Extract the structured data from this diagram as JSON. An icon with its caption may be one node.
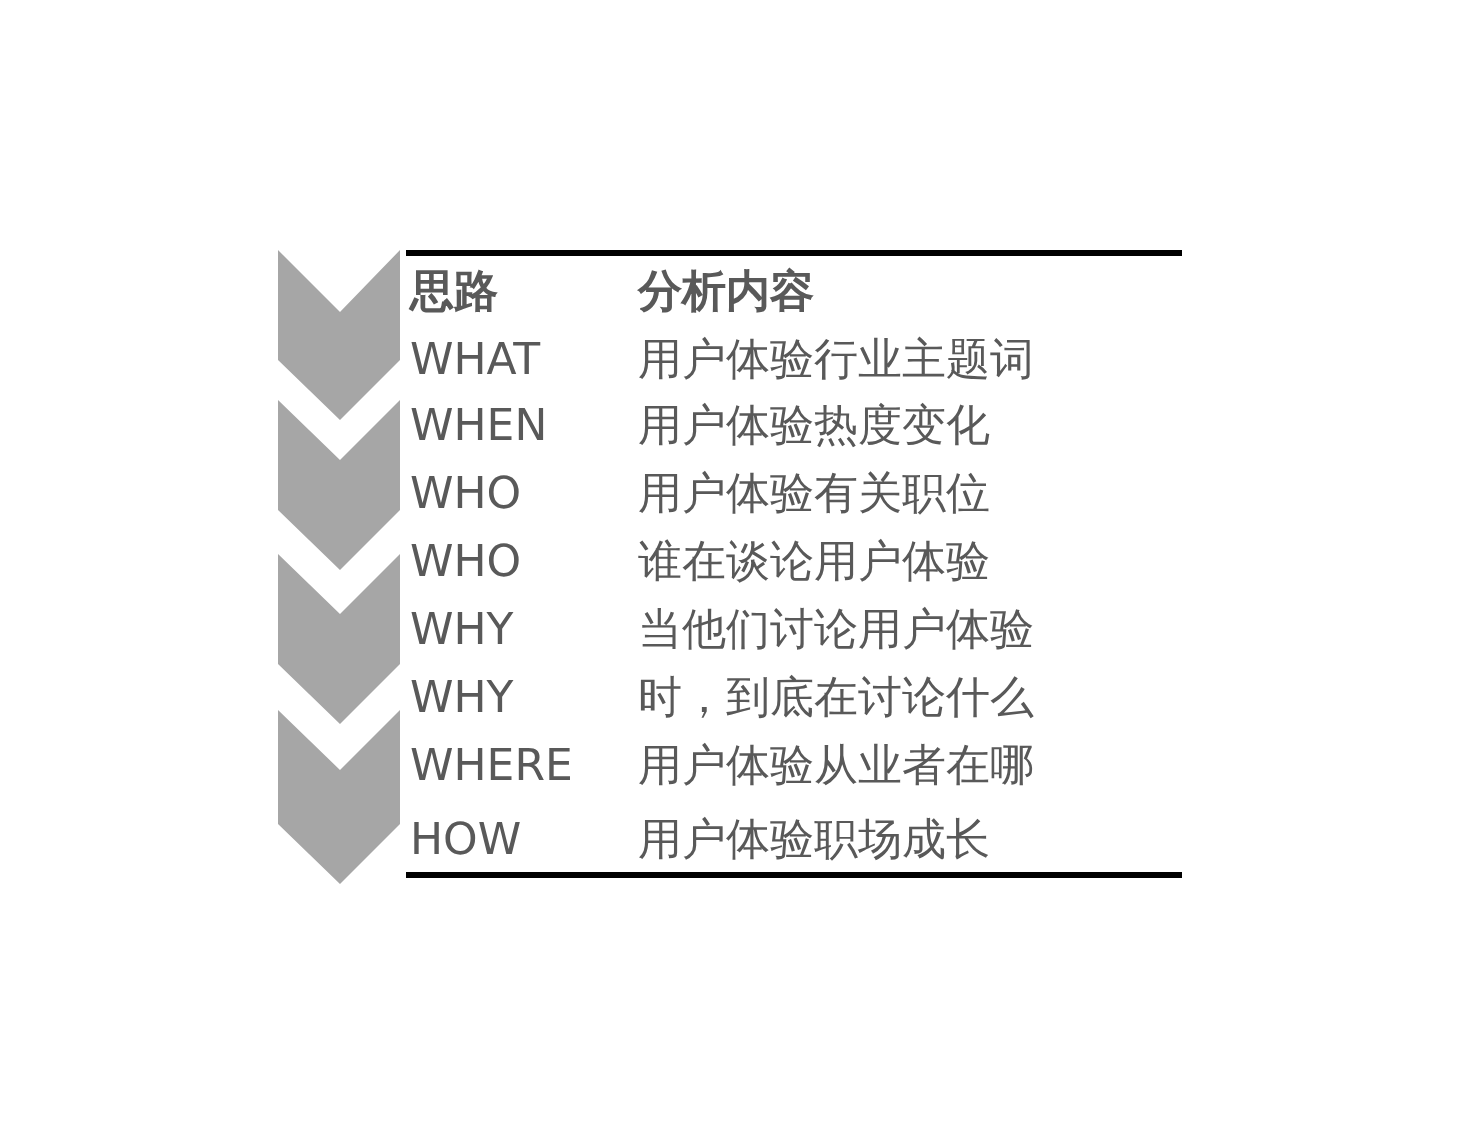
{
  "diagram": {
    "labels": [
      "思路",
      "分析内容",
      "WHAT",
      "用户体验行业主题词",
      "WHEN",
      "用户体验热度变化",
      "WHO",
      "用户体验有关职位",
      "WHO",
      "谁在谈论用户体验",
      "WHY",
      "当他们讨论用户体验",
      "WHY",
      "时，到底在讨论什么",
      "WHERE",
      "用户体验从业者在哪",
      "HOW",
      "用户体验职场成长"
    ]
  }
}
